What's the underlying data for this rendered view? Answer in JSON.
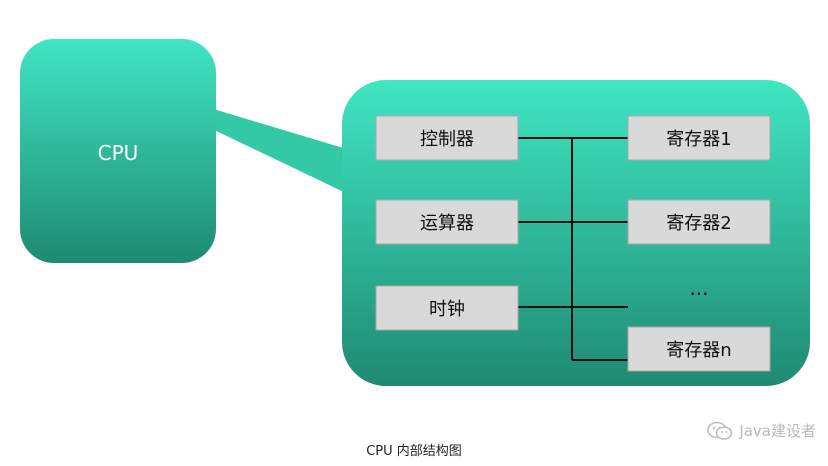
{
  "diagram": {
    "cpu_label": "CPU",
    "left_units": [
      {
        "label": "控制器"
      },
      {
        "label": "运算器"
      },
      {
        "label": "时钟"
      }
    ],
    "registers": [
      {
        "label": "寄存器1"
      },
      {
        "label": "寄存器2"
      },
      {
        "label": "寄存器n"
      }
    ],
    "ellipsis": "...",
    "caption": "CPU 内部结构图"
  },
  "watermark": {
    "text": "Java建设者",
    "icon": "wechat-icon"
  },
  "colors": {
    "teal_top": "#3ee0c0",
    "teal_bottom": "#1e8a72",
    "box_fill": "#d9d9d9",
    "box_stroke": "#a8a8a8",
    "line": "#111111"
  }
}
